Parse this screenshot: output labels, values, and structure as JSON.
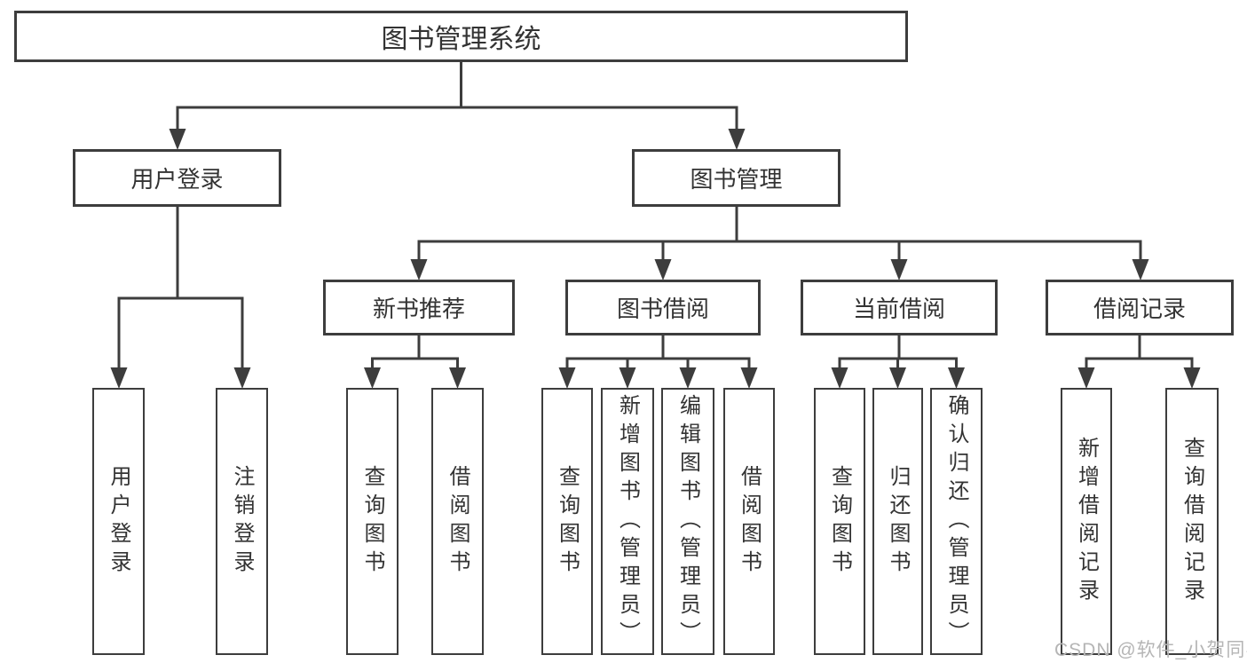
{
  "diagram": {
    "root": {
      "label": "图书管理系统"
    },
    "branches": [
      {
        "label": "用户登录",
        "children": [
          {
            "label": "用户登录"
          },
          {
            "label": "注销登录"
          }
        ]
      },
      {
        "label": "图书管理",
        "children": [
          {
            "label": "新书推荐",
            "children": [
              {
                "label": "查询图书"
              },
              {
                "label": "借阅图书"
              }
            ]
          },
          {
            "label": "图书借阅",
            "children": [
              {
                "label": "查询图书"
              },
              {
                "label": "新增图书（管理员）"
              },
              {
                "label": "编辑图书（管理员）"
              },
              {
                "label": "借阅图书"
              }
            ]
          },
          {
            "label": "当前借阅",
            "children": [
              {
                "label": "查询图书"
              },
              {
                "label": "归还图书"
              },
              {
                "label": "确认归还（管理员）"
              }
            ]
          },
          {
            "label": "借阅记录",
            "children": [
              {
                "label": "新增借阅记录"
              },
              {
                "label": "查询借阅记录"
              }
            ]
          }
        ]
      }
    ]
  },
  "watermark": {
    "text": "CSDN @软件_小贺同学"
  },
  "colors": {
    "line": "#3d3d3d",
    "text": "#333333",
    "watermark": "#b5b5b5",
    "background": "#ffffff"
  }
}
